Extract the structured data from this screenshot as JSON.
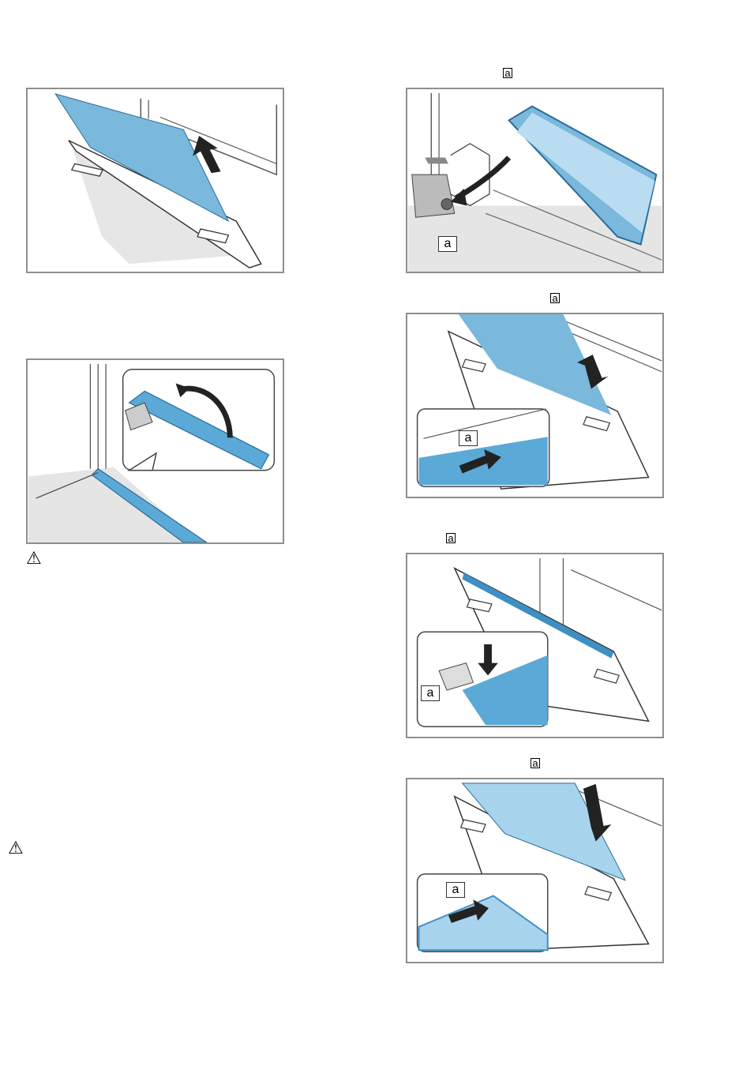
{
  "figures": [
    {
      "id": "fig-lift-glass",
      "label": ""
    },
    {
      "id": "fig-insert-clip",
      "label": "a"
    },
    {
      "id": "fig-push-glass",
      "label": "a"
    },
    {
      "id": "fig-fold-clip",
      "label": ""
    },
    {
      "id": "fig-press-clip",
      "label": "a"
    },
    {
      "id": "fig-insert-outer",
      "label": "a"
    }
  ],
  "inline_labels": {
    "l1": "a",
    "l2": "a",
    "l3": "a",
    "l4": "a"
  },
  "callouts": {
    "c1": "a",
    "c2": "a",
    "c3": "a",
    "c4": "a"
  },
  "warnings": {
    "w1": "⚠",
    "w2": "⚠"
  },
  "colors": {
    "glass": "#7ab8dc",
    "glass_dark": "#3d8fc4",
    "frame": "#8f8f8f",
    "grey": "#d9d9d9"
  }
}
